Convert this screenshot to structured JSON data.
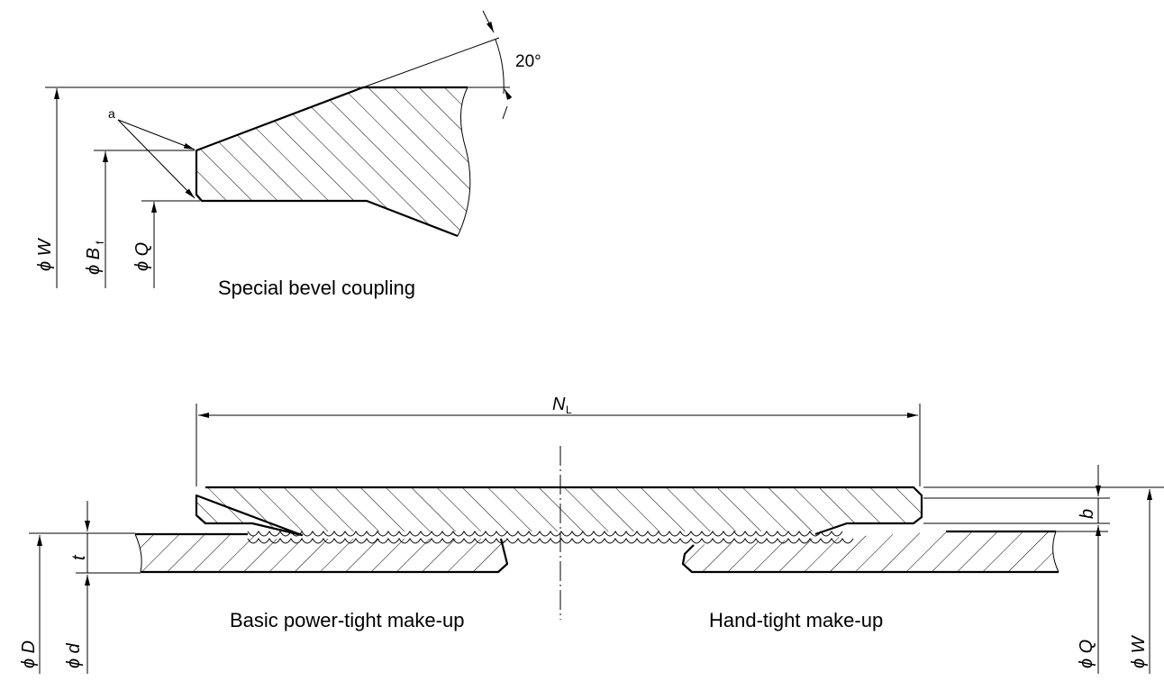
{
  "top_figure": {
    "caption": "Special bevel coupling",
    "angle_label": "20°",
    "callout": "a",
    "dim_W": "ϕ W",
    "dim_Bf_main": "ϕ B",
    "dim_Bf_sub": "f",
    "dim_Q": "ϕ Q"
  },
  "bottom_figure": {
    "length_main": "N",
    "length_sub": "L",
    "left_caption": "Basic power-tight make-up",
    "right_caption": "Hand-tight make-up",
    "dim_t": "t",
    "dim_b": "b",
    "dim_D": "ϕ D",
    "dim_d": "ϕ d",
    "dim_Q": "ϕ Q",
    "dim_W": "ϕ W"
  }
}
